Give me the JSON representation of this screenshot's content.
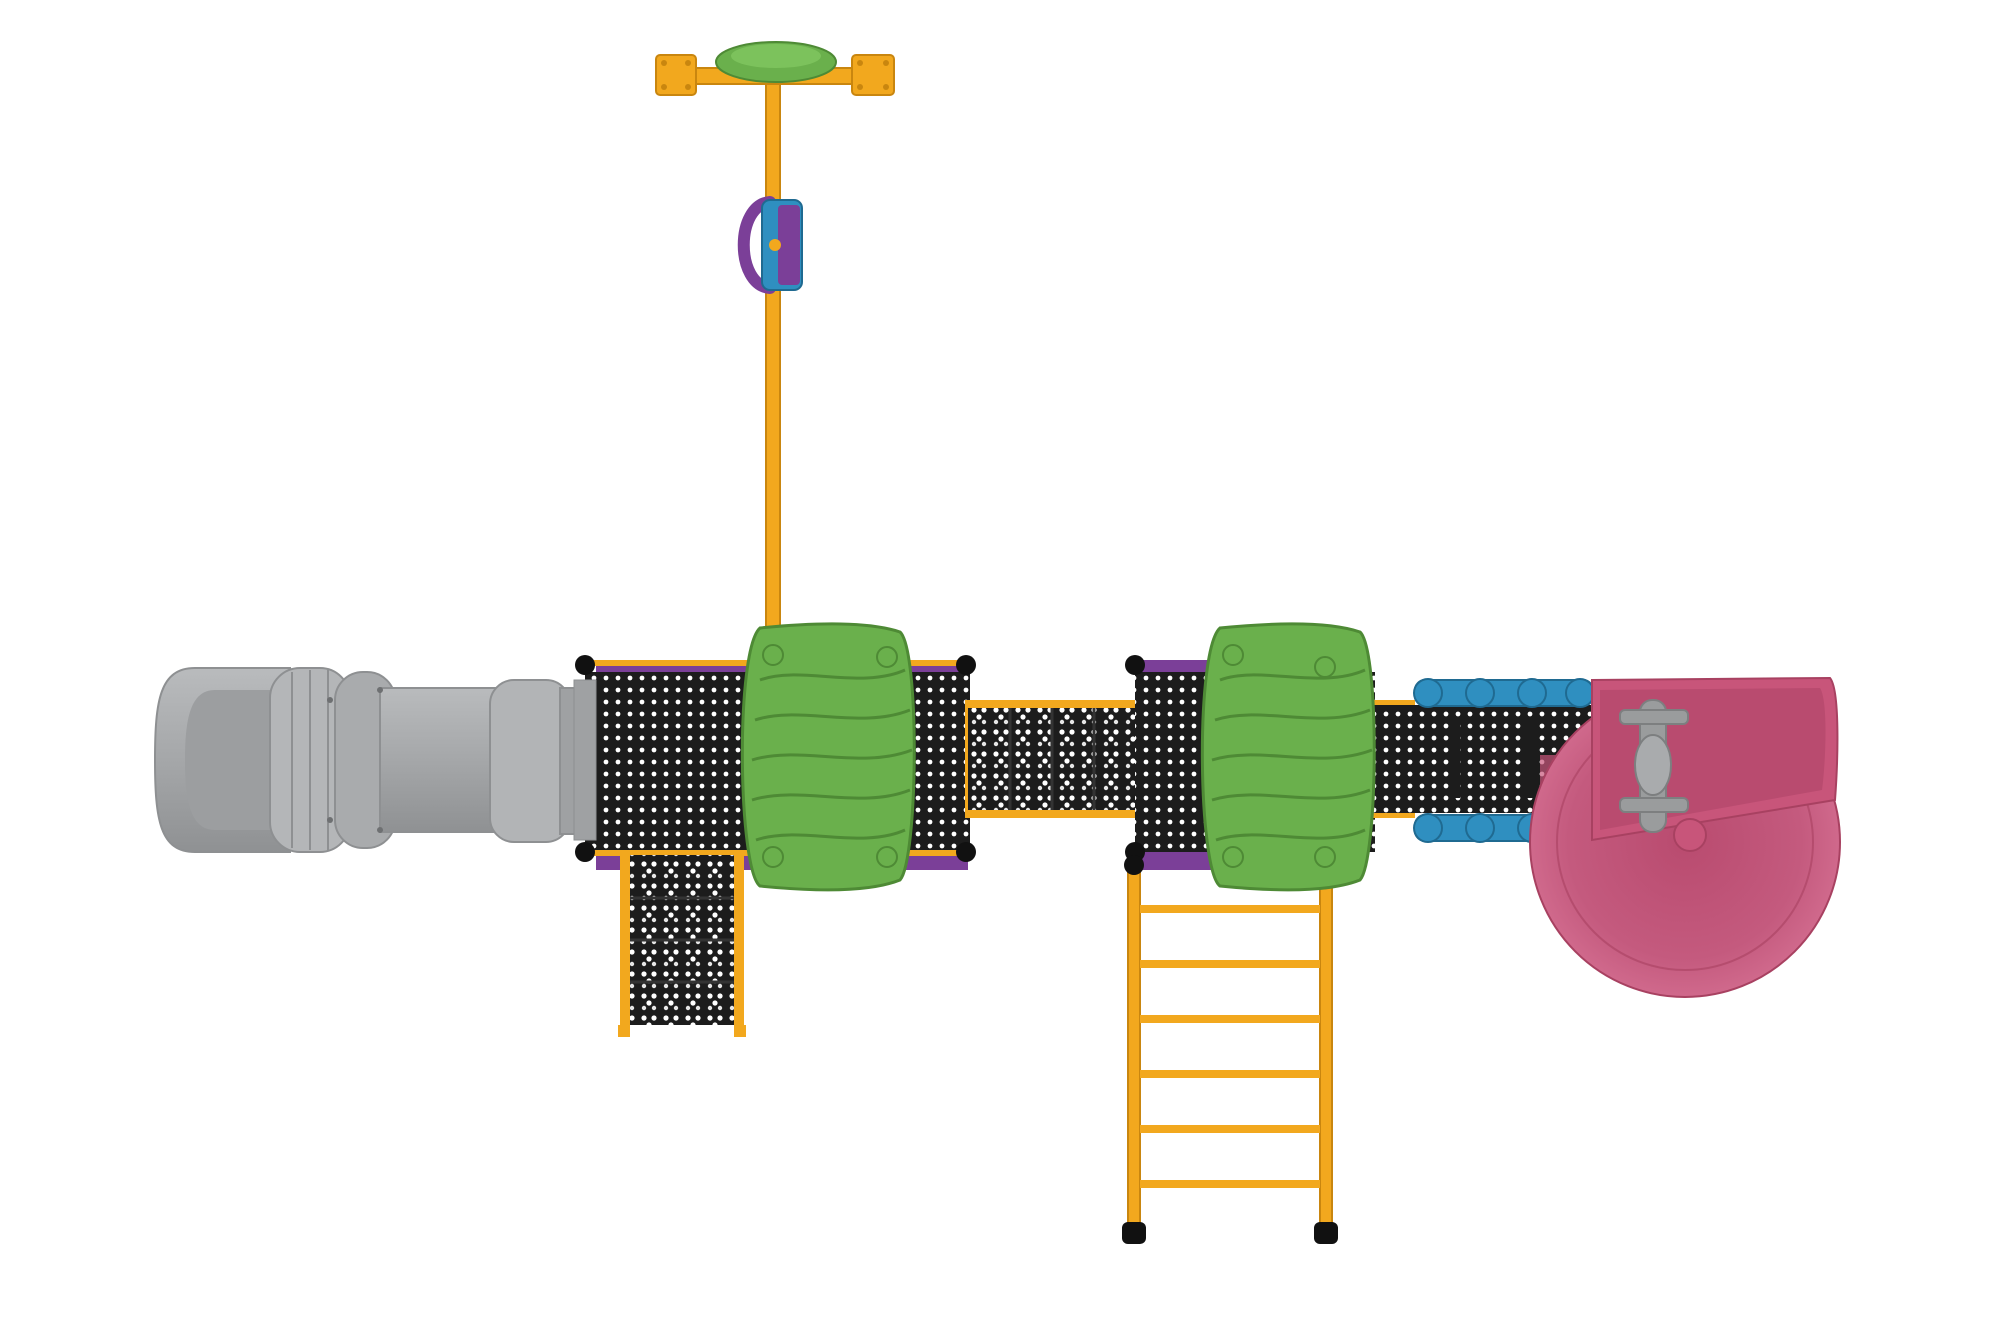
{
  "scene": {
    "view": "top",
    "background": "#ffffff",
    "colors": {
      "frame_orange": "#f2a81e",
      "frame_orange_dark": "#c9860f",
      "deck_black": "#1c1c1c",
      "roof_green": "#6ab04c",
      "roof_green_dark": "#4e8a35",
      "panel_purple": "#7b3f98",
      "tube_slide_grey": "#a7a9ab",
      "tube_slide_grey_dark": "#8e9092",
      "spiral_slide_pink": "#c8557a",
      "spiral_slide_pink_dark": "#a84161",
      "tunnel_blue": "#2f8fc0",
      "clamp_grey": "#9a9c9d",
      "post_cap_black": "#111111"
    },
    "components": [
      {
        "name": "tube-slide",
        "icon": "tube-slide-icon"
      },
      {
        "name": "spiral-slide",
        "icon": "spiral-slide-icon"
      },
      {
        "name": "crawl-tunnel",
        "icon": "tunnel-icon"
      },
      {
        "name": "ladder",
        "icon": "ladder-icon"
      },
      {
        "name": "roof-canopy-left",
        "icon": "roof-icon"
      },
      {
        "name": "roof-canopy-right",
        "icon": "roof-icon"
      },
      {
        "name": "perforated-deck",
        "icon": "deck-icon"
      },
      {
        "name": "stairs",
        "icon": "stairs-icon"
      },
      {
        "name": "overhead-bar",
        "icon": "bar-icon"
      },
      {
        "name": "steering-panel",
        "icon": "steering-wheel-icon"
      }
    ]
  }
}
